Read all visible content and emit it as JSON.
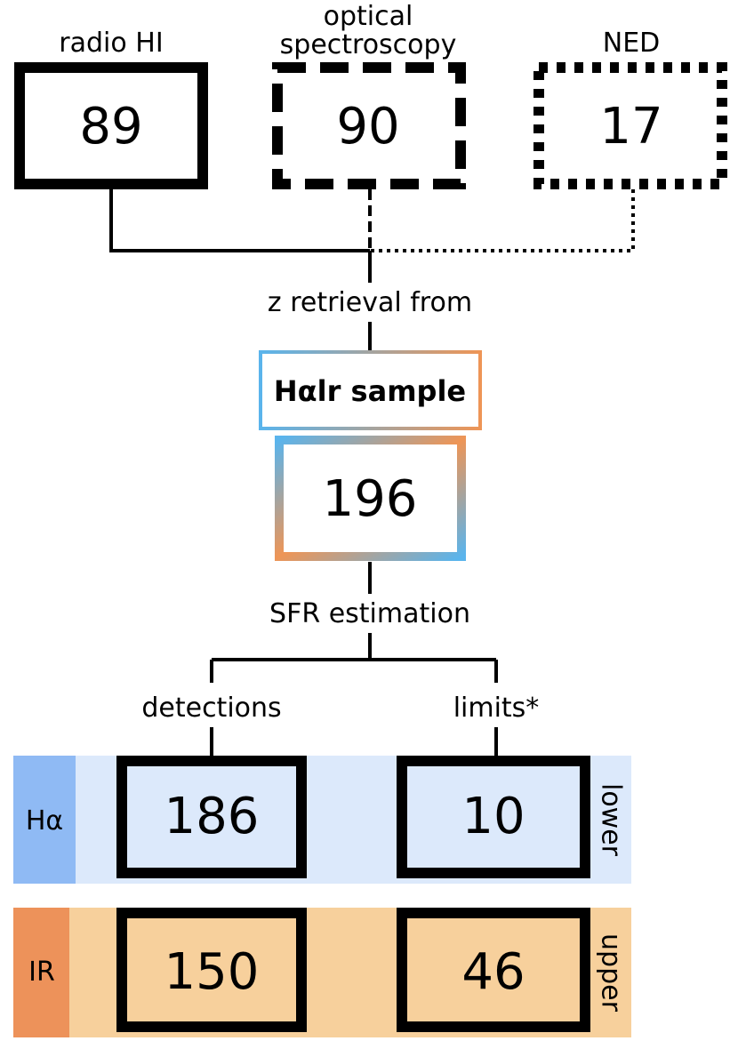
{
  "sources": [
    {
      "label_lines": [
        "radio HI"
      ],
      "count": "89",
      "border": "solid"
    },
    {
      "label_lines": [
        "optical",
        "spectroscopy"
      ],
      "count": "90",
      "border": "dashed"
    },
    {
      "label_lines": [
        "NED"
      ],
      "count": "17",
      "border": "dotted"
    }
  ],
  "z_retrieval_label": "z retrieval from",
  "sample": {
    "title": "Hαlr sample",
    "count": "196",
    "gradient_colors": [
      "#5ab4ec",
      "#ee9556"
    ]
  },
  "sfr_label": "SFR estimation",
  "branches": {
    "detections": "detections",
    "limits": "limits*"
  },
  "rows": [
    {
      "tag": "Hα",
      "detections": "186",
      "limits": "10",
      "limit_type": "lower",
      "tag_color": "#8fbaf4",
      "band_color": "#dce9fb"
    },
    {
      "tag": "IR",
      "detections": "150",
      "limits": "46",
      "limit_type": "upper",
      "tag_color": "#ed925a",
      "band_color": "#f7d09c"
    }
  ]
}
